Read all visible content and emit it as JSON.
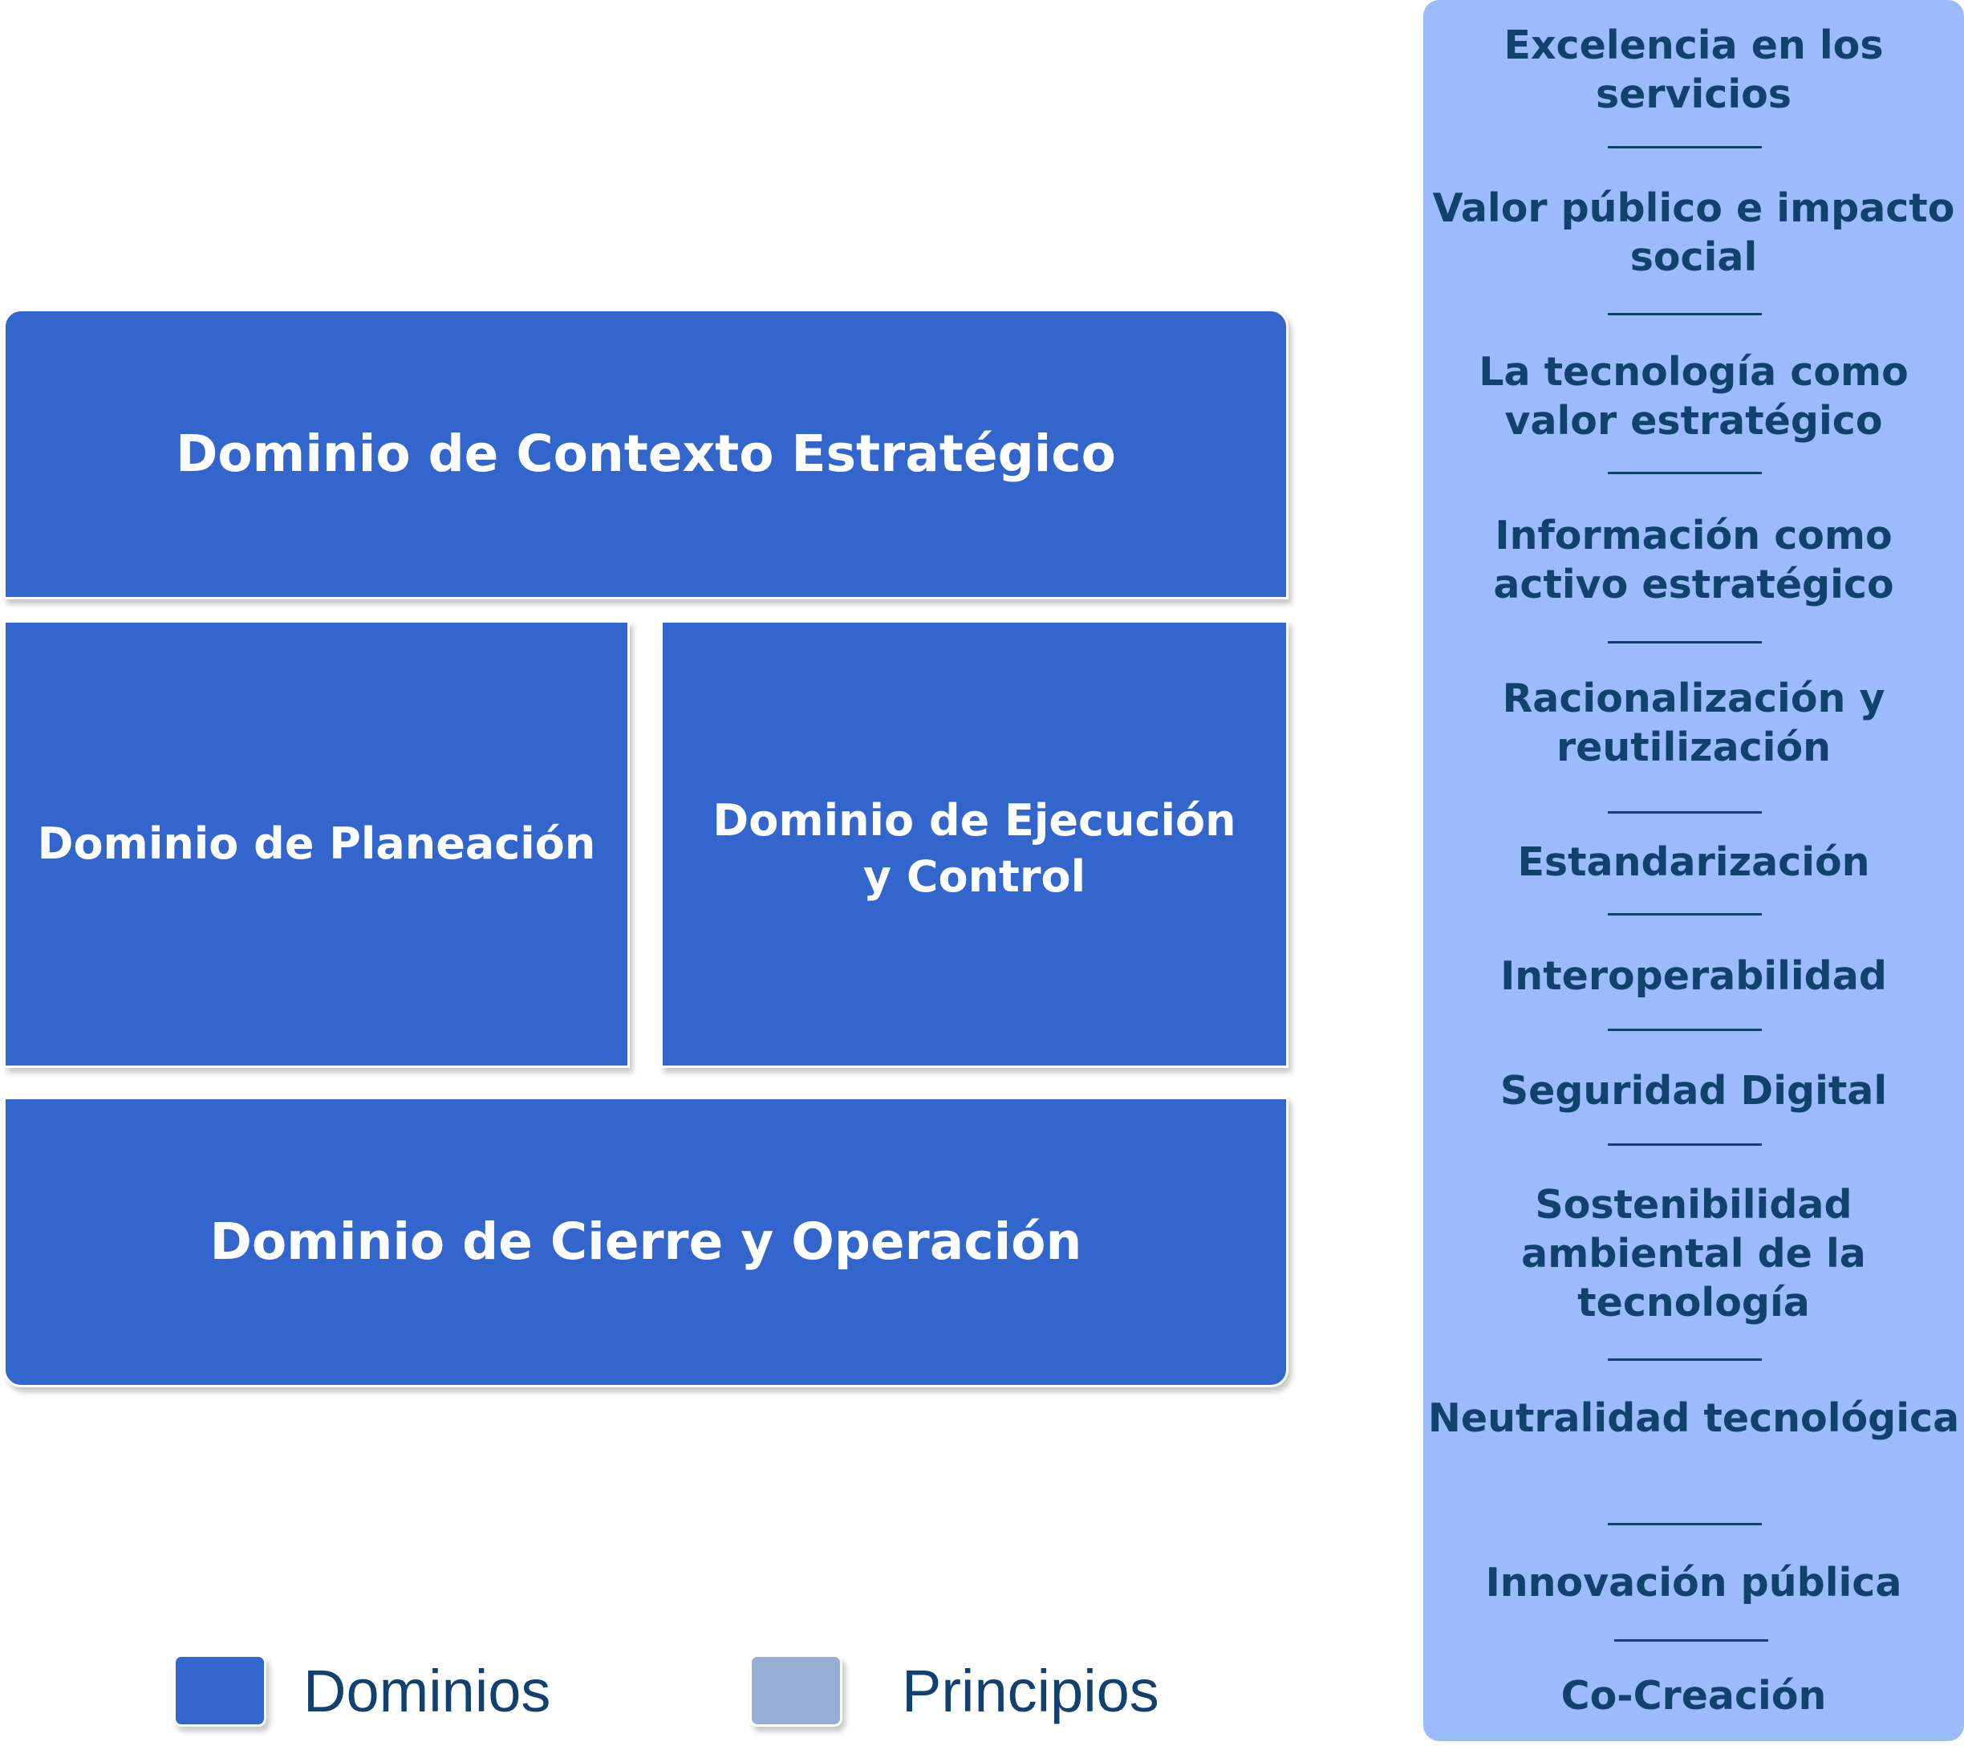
{
  "domains": {
    "contexto": "Dominio de Contexto Estratégico",
    "planeacion": "Dominio de Planeación",
    "ejecucion": "Dominio de Ejecución y Control",
    "cierre": "Dominio de Cierre y Operación"
  },
  "principles": [
    "Excelencia en los servicios",
    "Valor público e impacto social",
    "La tecnología como valor estratégico",
    "Información como activo estratégico",
    "Racionalización y reutilización",
    "Estandarización",
    "Interoperabilidad",
    "Seguridad Digital",
    "Sostenibilidad ambiental de la tecnología",
    "Neutralidad tecnológica",
    "Innovación pública",
    "Co-Creación"
  ],
  "legend": {
    "dominios": "Dominios",
    "principios": "Principios"
  },
  "colors": {
    "domain": "#3366cc",
    "principles_panel": "#9bbbfb",
    "legend_principios": "#98aed6",
    "text_dark": "#12406f"
  }
}
